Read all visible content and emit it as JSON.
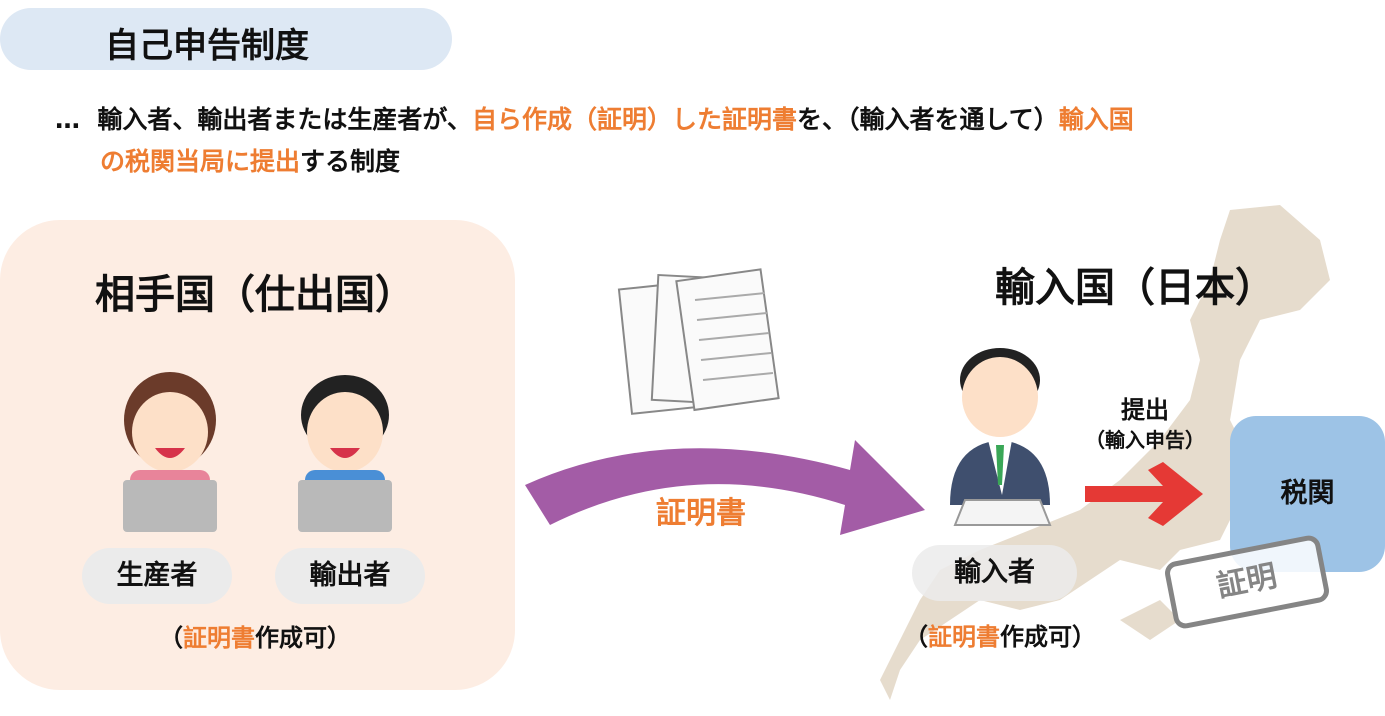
{
  "title": "自己申告制度",
  "description": {
    "prefix": "…",
    "line1": [
      {
        "text": "輸入者、輸出者または生産者が、",
        "highlight": false
      },
      {
        "text": "自ら作成（証明）した証明書",
        "highlight": true
      },
      {
        "text": "を、（輸入者を通して）",
        "highlight": false
      },
      {
        "text": "輸入国",
        "highlight": true
      }
    ],
    "line2": [
      {
        "text": "の税関当局に提出",
        "highlight": true
      },
      {
        "text": "する制度",
        "highlight": false
      }
    ]
  },
  "exporting_country": {
    "title": "相手国（仕出国）",
    "people": [
      {
        "label": "生産者",
        "icon": "woman-with-laptop-icon"
      },
      {
        "label": "輸出者",
        "icon": "man-with-laptop-icon"
      }
    ],
    "note": {
      "open": "（",
      "highlight": "証明書",
      "rest": "作成可）"
    }
  },
  "flow": {
    "documents_icon": "certificate-documents-icon",
    "arrow_label": "証明書"
  },
  "importing_country": {
    "title": "輸入国（日本）",
    "person": {
      "label": "輸入者",
      "icon": "businessman-with-document-icon"
    },
    "note": {
      "open": "（",
      "highlight": "証明書",
      "rest": "作成可）"
    },
    "submit_label": "提出",
    "submit_sub": "（輸入申告）",
    "customs": "税関",
    "stamp": "証明"
  },
  "colors": {
    "highlight": "#ee7d32",
    "title_bg": "#dde8f4",
    "panel_bg": "#fdede3",
    "arrow_purple": "#a35ca6",
    "arrow_red": "#e53935",
    "customs_bg": "#9dc3e6",
    "map": "#e6dccd"
  }
}
